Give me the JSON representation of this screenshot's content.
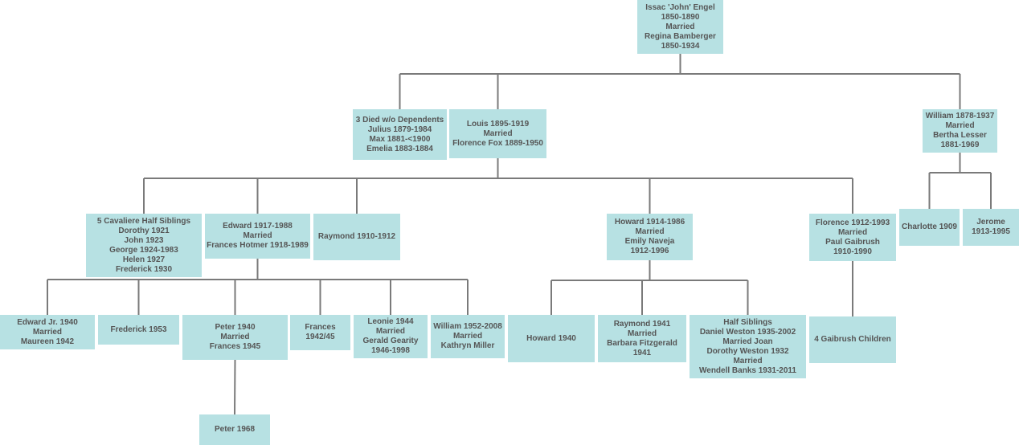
{
  "colors": {
    "node_fill": "#b7e1e3",
    "node_text": "#555555",
    "line": "#7a7a7a",
    "background": "#ffffff"
  },
  "nodes": [
    {
      "id": "issac",
      "text": "Issac 'John' Engel\n1850-1890\nMarried\nRegina Bamberger\n1850-1934"
    },
    {
      "id": "died3",
      "text": "3 Died w/o Dependents\nJulius 1879-1984\nMax 1881-<1900\nEmelia 1883-1884"
    },
    {
      "id": "louis",
      "text": "Louis 1895-1919\nMarried\nFlorence Fox 1889-1950"
    },
    {
      "id": "william",
      "text": "William 1878-1937\nMarried\nBertha Lesser\n1881-1969"
    },
    {
      "id": "cavaliere",
      "text": "5 Cavaliere Half Siblings\nDorothy 1921\nJohn 1923\nGeorge 1924-1983\nHelen 1927\nFrederick 1930"
    },
    {
      "id": "edward",
      "text": "Edward 1917-1988\nMarried\nFrances Hotmer 1918-1989"
    },
    {
      "id": "raymond",
      "text": "Raymond 1910-1912"
    },
    {
      "id": "howard",
      "text": "Howard 1914-1986\nMarried\nEmily Naveja\n1912-1996"
    },
    {
      "id": "florence",
      "text": "Florence 1912-1993\nMarried\nPaul Gaibrush\n1910-1990"
    },
    {
      "id": "charlotte",
      "text": "Charlotte 1909"
    },
    {
      "id": "jerome",
      "text": "Jerome\n1913-1995"
    },
    {
      "id": "edwardjr",
      "text": "Edward Jr. 1940\nMarried\nMaureen 1942"
    },
    {
      "id": "frederick",
      "text": "Frederick 1953"
    },
    {
      "id": "peter",
      "text": "Peter 1940\nMarried\nFrances 1945"
    },
    {
      "id": "frances",
      "text": "Frances\n1942/45"
    },
    {
      "id": "leonie",
      "text": "Leonie 1944\nMarried\nGerald Gearity\n1946-1998"
    },
    {
      "id": "william2",
      "text": "William 1952-2008\nMarried\nKathryn Miller"
    },
    {
      "id": "howard1940",
      "text": "Howard 1940"
    },
    {
      "id": "raymond1941",
      "text": "Raymond 1941\nMarried\nBarbara Fitzgerald\n1941"
    },
    {
      "id": "halfsib",
      "text": "Half Siblings\nDaniel Weston 1935-2002\nMarried Joan\nDorothy Weston 1932\nMarried\nWendell Banks 1931-2011"
    },
    {
      "id": "gaibrush",
      "text": "4 Gaibrush Children"
    },
    {
      "id": "peter1968",
      "text": "Peter 1968"
    }
  ],
  "connections": [
    {
      "from": "issac",
      "to": [
        "died3",
        "louis",
        "william"
      ]
    },
    {
      "from": "louis",
      "to": [
        "cavaliere",
        "edward",
        "raymond",
        "howard",
        "florence"
      ]
    },
    {
      "from": "william",
      "to": [
        "charlotte",
        "jerome"
      ]
    },
    {
      "from": "edward",
      "to": [
        "edwardjr",
        "frederick",
        "peter",
        "frances",
        "leonie",
        "william2"
      ]
    },
    {
      "from": "howard",
      "to": [
        "howard1940",
        "raymond1941",
        "halfsib"
      ]
    },
    {
      "from": "florence",
      "to": [
        "gaibrush"
      ]
    },
    {
      "from": "peter",
      "to": [
        "peter1968"
      ]
    }
  ]
}
